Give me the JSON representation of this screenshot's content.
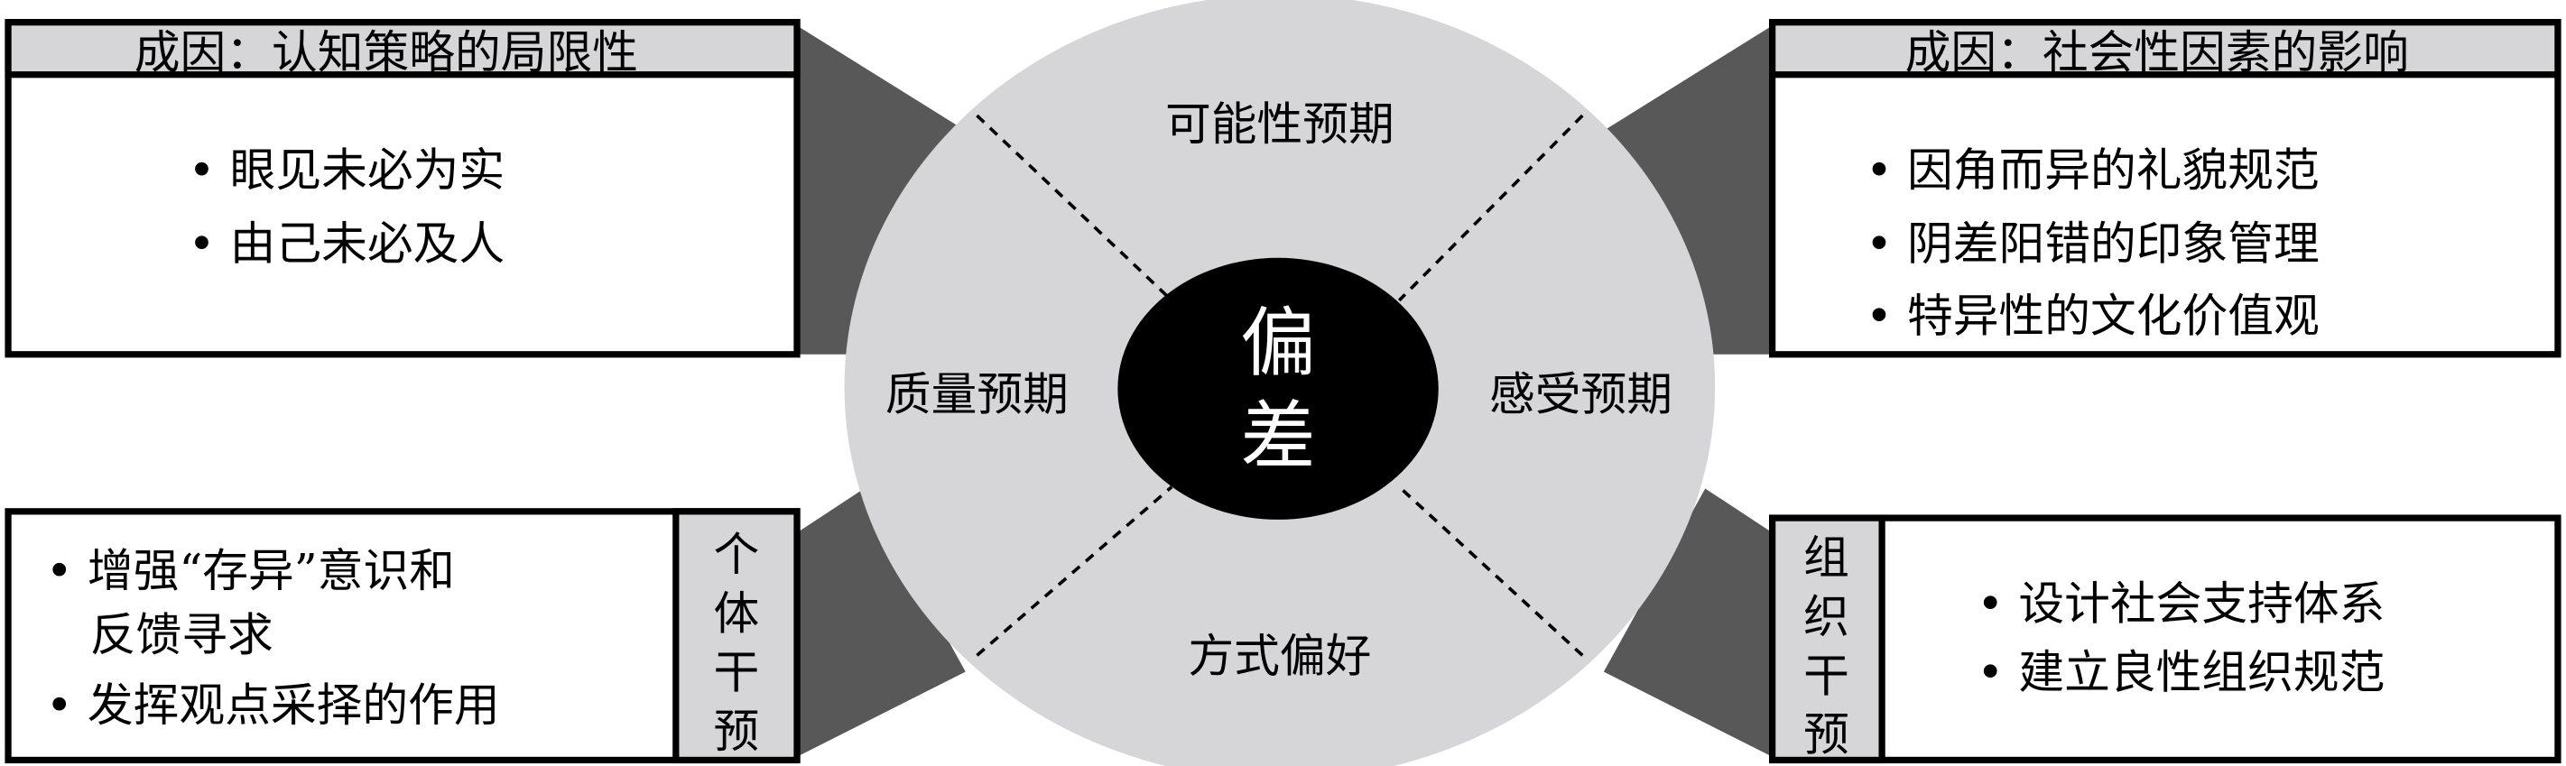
{
  "center": {
    "line1": "偏",
    "line2": "差"
  },
  "segments": {
    "top": "可能性预期",
    "left": "质量预期",
    "right": "感受预期",
    "bottom": "方式偏好"
  },
  "cause_cognitive": {
    "title": "成因：认知策略的局限性",
    "items": [
      "• 眼见未必为实",
      "• 由己未必及人"
    ]
  },
  "cause_social": {
    "title": "成因：社会性因素的影响",
    "items": [
      "• 因角而异的礼貌规范",
      "• 阴差阳错的印象管理",
      "• 特异性的文化价值观"
    ]
  },
  "individual_intervention": {
    "label_chars": [
      "个",
      "体",
      "干",
      "预"
    ],
    "items": [
      "• 增强“存异”意识和",
      "反馈寻求",
      "• 发挥观点采择的作用"
    ]
  },
  "organizational_intervention": {
    "label_chars": [
      "组",
      "织",
      "干",
      "预"
    ],
    "items": [
      "• 设计社会支持体系",
      "• 建立良性组织规范"
    ]
  },
  "colors": {
    "ring": "#d6d5d8",
    "connector": "#595859",
    "header": "#d6d5d8",
    "core": "#000000"
  }
}
